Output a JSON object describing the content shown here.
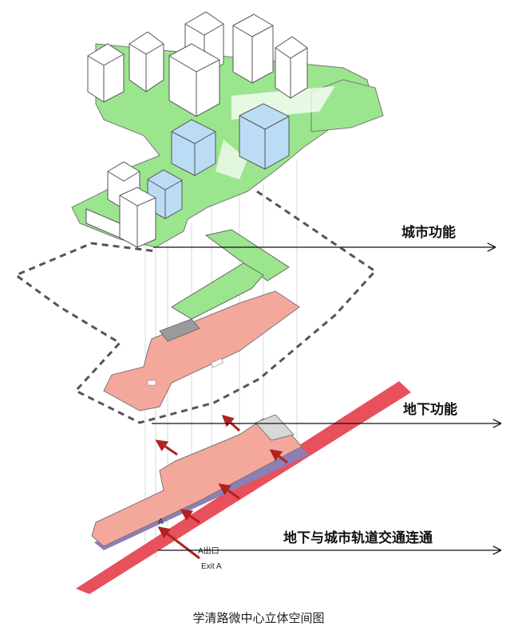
{
  "labels": {
    "urban": "城市功能",
    "underground": "地下功能",
    "transit": "地下与城市轨道交通连通"
  },
  "exit": {
    "marker": "A",
    "cn": "A出口",
    "en": "Exit A"
  },
  "caption": "学清路微中心立体空间图",
  "colors": {
    "green": "#9be58e",
    "pink": "#f4a79b",
    "red": "#e8505c",
    "blue": "#bcdcf5",
    "white_building": "#ffffff",
    "dashed": "#555555",
    "arrow_red": "#b22222"
  }
}
